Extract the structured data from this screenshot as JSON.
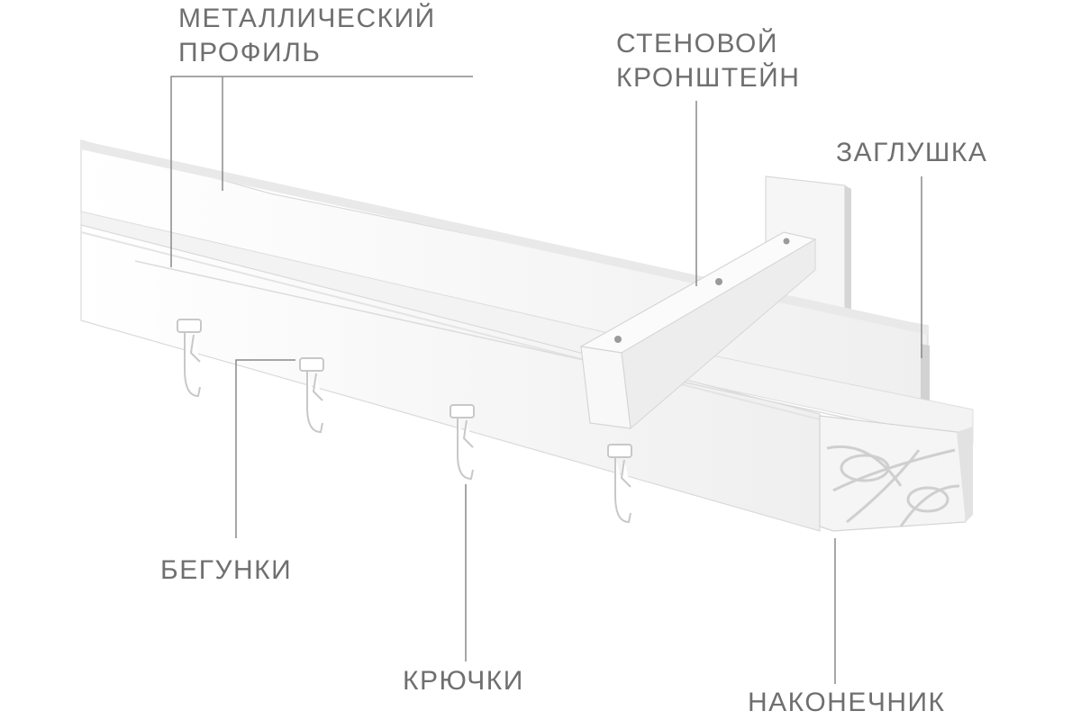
{
  "labels": {
    "profile": {
      "line1": "МЕТАЛЛИЧЕСКИЙ",
      "line2": "ПРОФИЛЬ"
    },
    "bracket": {
      "line1": "СТЕНОВОЙ",
      "line2": "КРОНШТЕЙН"
    },
    "cap": "ЗАГЛУШКА",
    "runners": "БЕГУНКИ",
    "hooks": "КРЮЧКИ",
    "finial": "НАКОНЕЧНИК"
  },
  "colors": {
    "text": "#6f6f6f",
    "leader": "#8a8a8a",
    "rail_fill": "#f7f7f7",
    "rail_edge": "#dcdcdc"
  }
}
